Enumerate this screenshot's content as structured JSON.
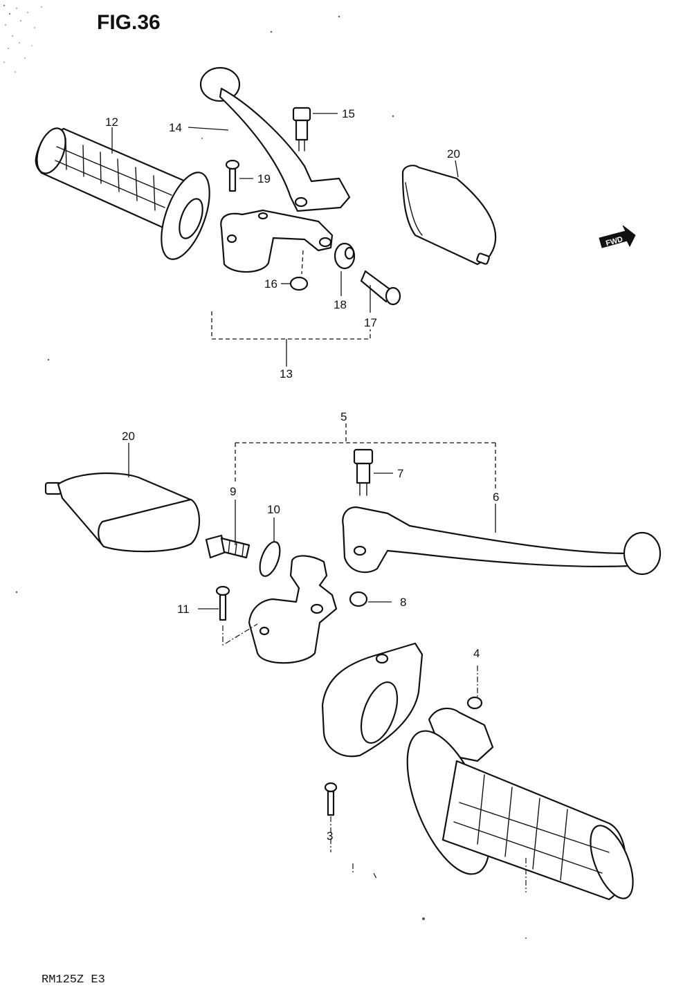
{
  "figure": {
    "title": "FIG.36",
    "model_code": "RM125Z  E3",
    "fwd_badge": "FWD"
  },
  "callouts": [
    {
      "id": "12",
      "label": "12"
    },
    {
      "id": "14",
      "label": "14"
    },
    {
      "id": "15",
      "label": "15"
    },
    {
      "id": "19",
      "label": "19"
    },
    {
      "id": "20a",
      "label": "20"
    },
    {
      "id": "16",
      "label": "16"
    },
    {
      "id": "18",
      "label": "18"
    },
    {
      "id": "17",
      "label": "17"
    },
    {
      "id": "13",
      "label": "13"
    },
    {
      "id": "5",
      "label": "5"
    },
    {
      "id": "20b",
      "label": "20"
    },
    {
      "id": "9",
      "label": "9"
    },
    {
      "id": "7",
      "label": "7"
    },
    {
      "id": "6",
      "label": "6"
    },
    {
      "id": "10",
      "label": "10"
    },
    {
      "id": "11",
      "label": "11"
    },
    {
      "id": "8",
      "label": "8"
    },
    {
      "id": "4",
      "label": "4"
    },
    {
      "id": "3",
      "label": "3"
    }
  ]
}
